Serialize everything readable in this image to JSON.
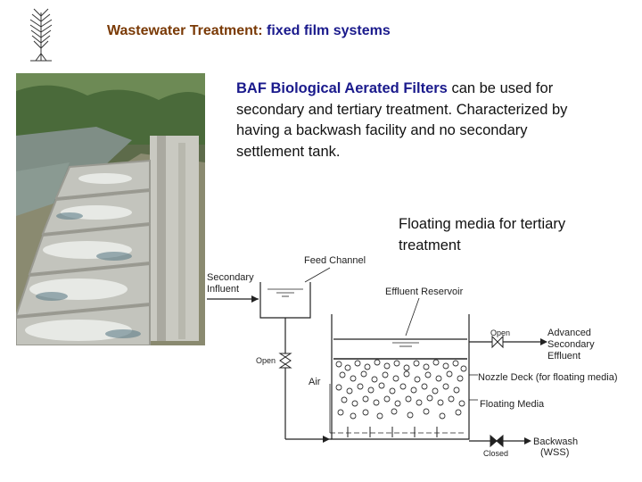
{
  "header": {
    "title_part1": "Wastewater Treatment:",
    "title_part2": " fixed film systems"
  },
  "body": {
    "highlight": "BAF Biological Aerated Filters",
    "text": " can be used for secondary and tertiary treatment. Characterized by having a backwash facility and no secondary settlement tank.",
    "caption": "Floating media for tertiary treatment"
  },
  "diagram": {
    "labels": {
      "feed_channel": "Feed Channel",
      "secondary": "Secondary",
      "influent": "Influent",
      "effluent_reservoir": "Effluent Reservoir",
      "open_top": "Open",
      "advanced": "Advanced",
      "secondary2": "Secondary",
      "effluent": "Effluent",
      "open_left": "Open",
      "air": "Air",
      "nozzle_deck": "Nozzle Deck (for floating media)",
      "floating_media": "Floating Media",
      "backwash": "Backwash",
      "wss": "(WSS)",
      "closed": "Closed"
    }
  },
  "icons": {
    "logo": "wheat-plant-icon",
    "photo": "treatment-plant-photo"
  }
}
